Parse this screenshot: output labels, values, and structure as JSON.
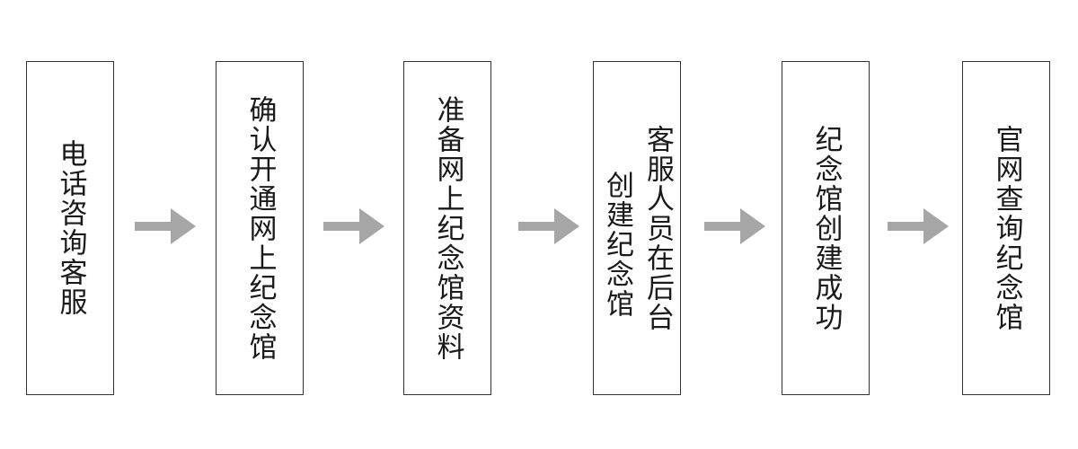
{
  "colors": {
    "box_border": "#333333",
    "text": "#1a1a1a",
    "arrow": "#a6a6a6",
    "background": "#ffffff"
  },
  "steps": [
    {
      "lines": [
        "电话咨询客服"
      ]
    },
    {
      "lines": [
        "确认开通网上纪念馆"
      ]
    },
    {
      "lines": [
        "准备网上纪念馆资料"
      ]
    },
    {
      "lines": [
        "客服人员在后台",
        "创建纪念馆"
      ]
    },
    {
      "lines": [
        "纪念馆创建成功"
      ]
    },
    {
      "lines": [
        "官网查询纪念馆"
      ]
    }
  ]
}
